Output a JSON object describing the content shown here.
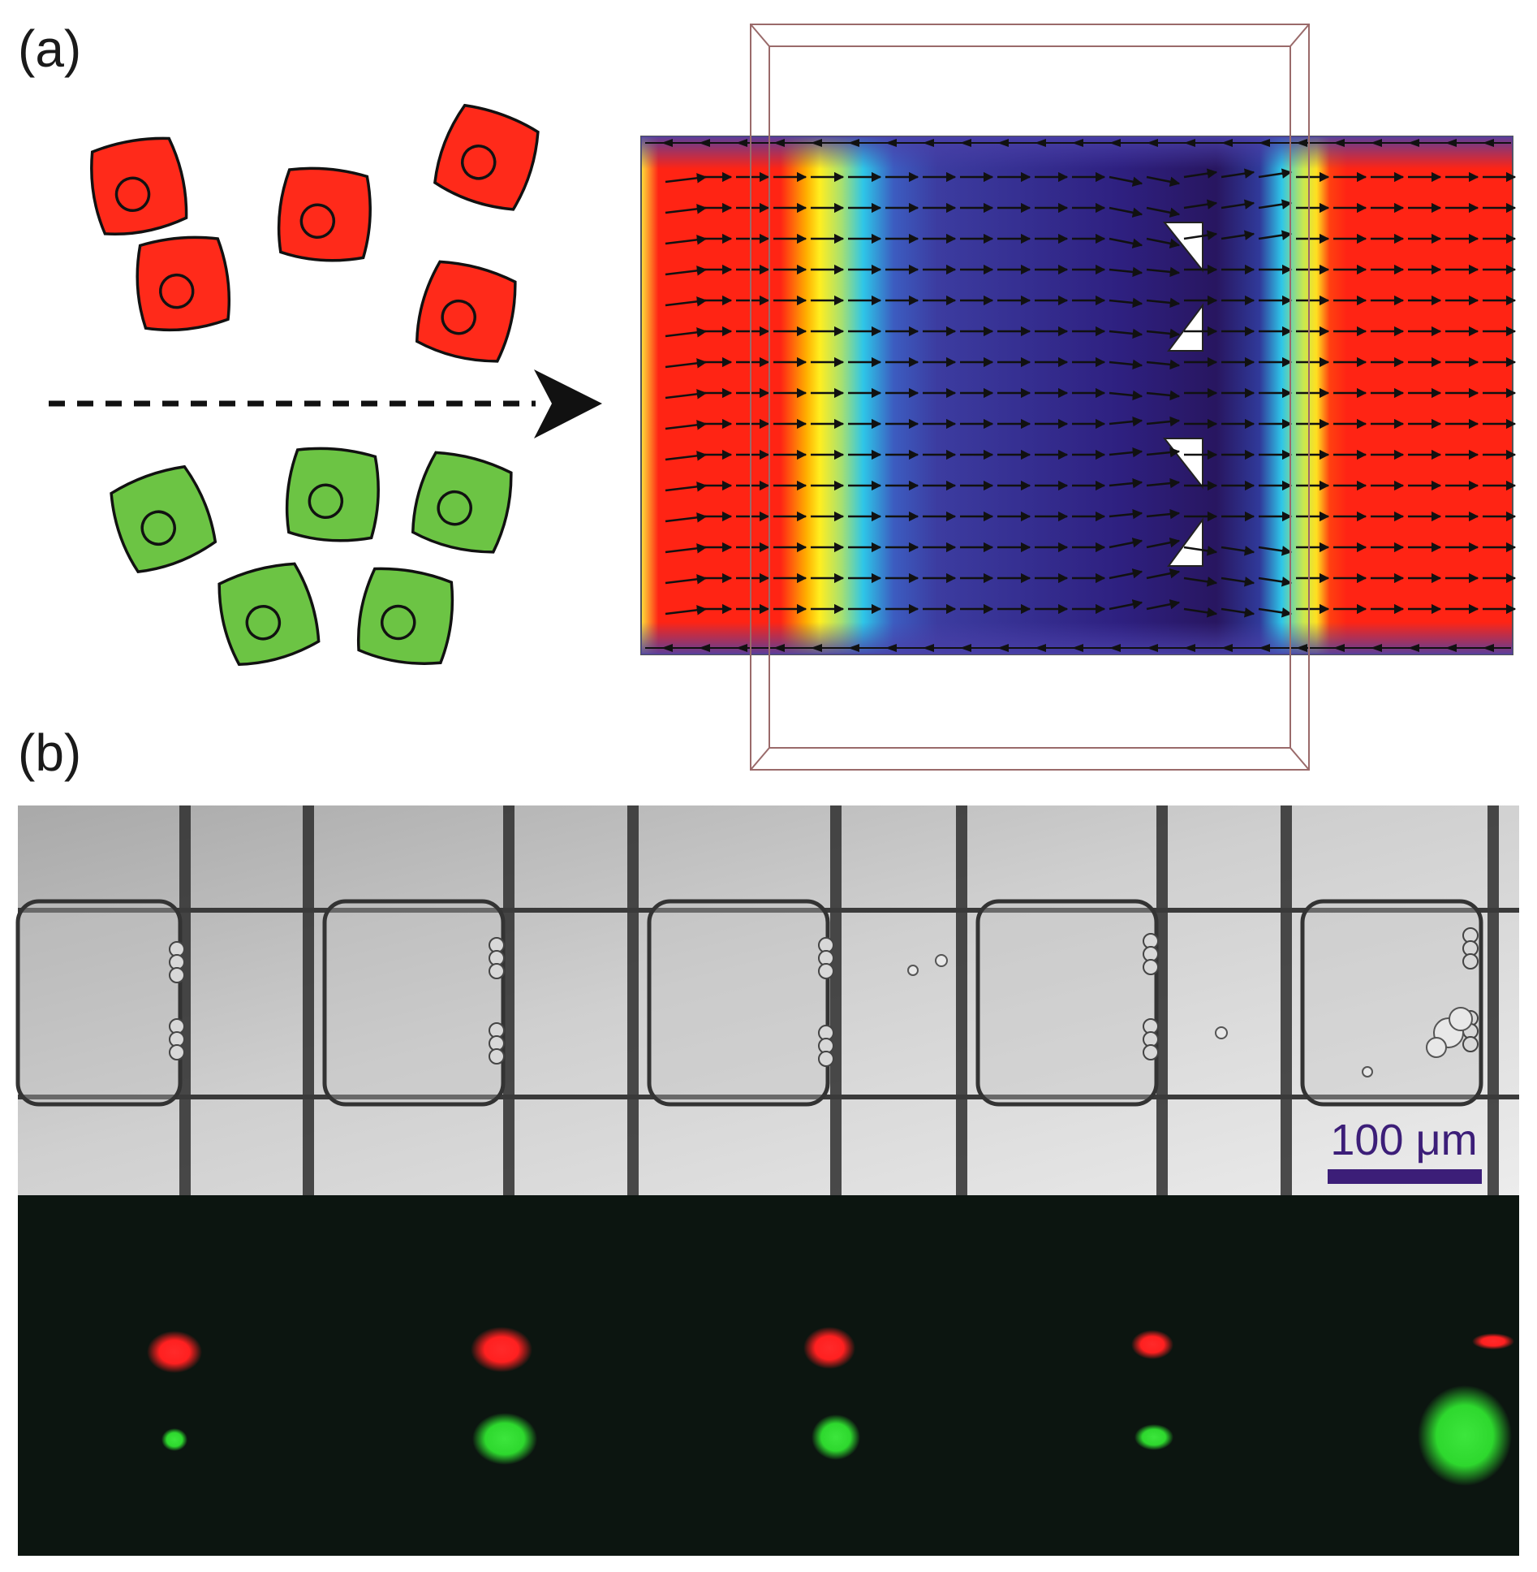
{
  "panel_a": {
    "label": "(a)",
    "cell_colors": {
      "red": "#ff2a1a",
      "green": "#6cc444",
      "outline": "#111111"
    },
    "flow_colors": [
      "#ff2010",
      "#ffe000",
      "#30c8e8",
      "#3a3aa0",
      "#2a1560"
    ]
  },
  "panel_b": {
    "label": "(b)",
    "scale_bar": {
      "text": "100 μm",
      "color": "#3c1e78"
    }
  }
}
